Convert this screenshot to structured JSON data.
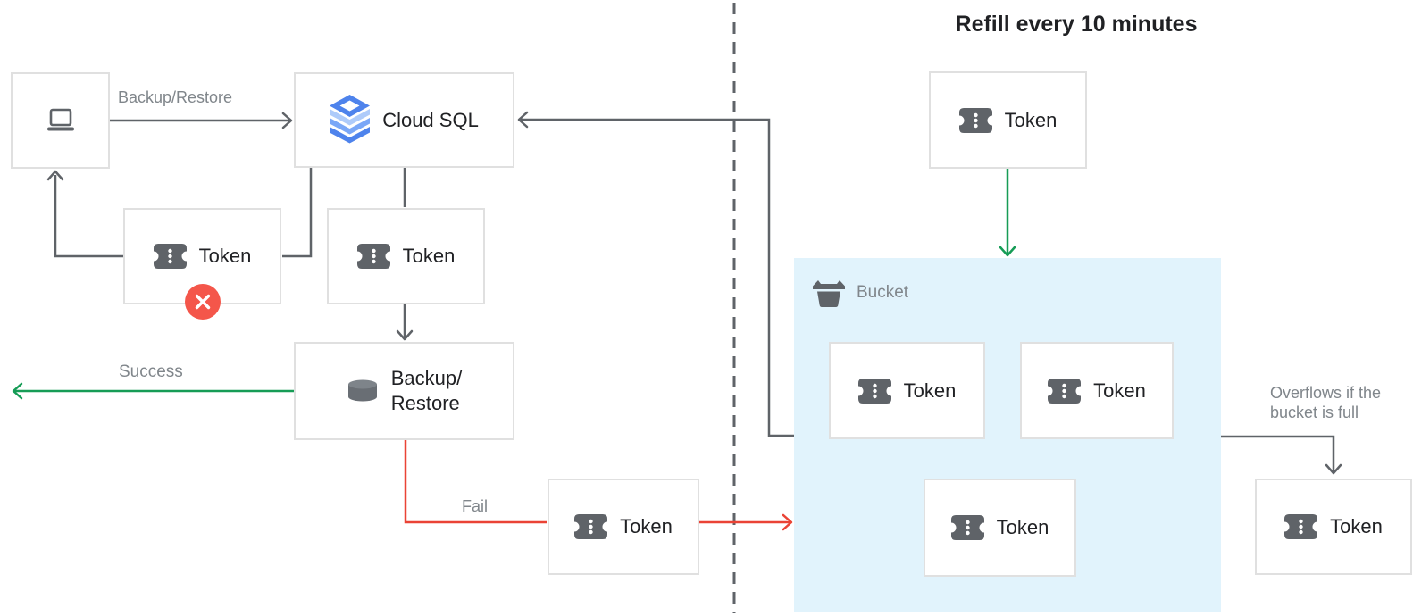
{
  "title": "Refill every 10 minutes",
  "nodes": {
    "cloud_sql": "Cloud SQL",
    "backup_restore_line1": "Backup/",
    "backup_restore_line2": "Restore",
    "token": "Token",
    "bucket": "Bucket"
  },
  "edge_labels": {
    "backup_restore": "Backup/Restore",
    "success": "Success",
    "fail": "Fail",
    "overflow": "Overflows if the bucket is full"
  },
  "colors": {
    "line_dark": "#5F6368",
    "green": "#169C56",
    "red": "#EA4335",
    "badge_red": "#F4564A",
    "bucket_fill": "#E1F3FC",
    "box_border": "#E0E0E0",
    "text_dark": "#202124",
    "text_gray": "#80868B",
    "icon_gray": "#5F6368",
    "cloud_blue": "#4E83EC",
    "cloud_blue_light": "#AECBFA",
    "cloud_blue_mid": "#7AA7F7"
  }
}
